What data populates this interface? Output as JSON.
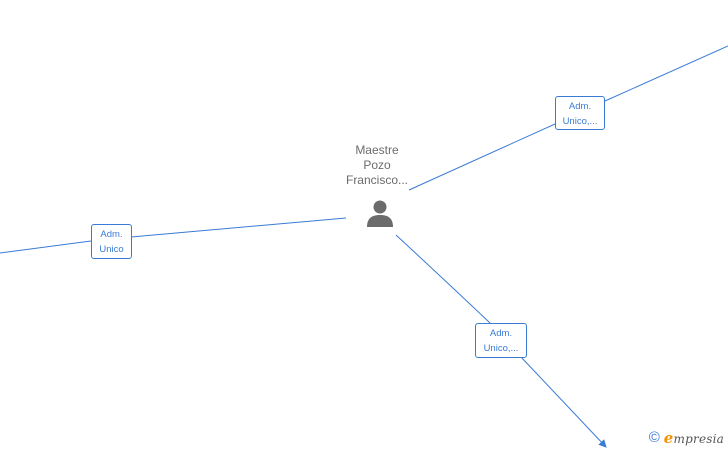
{
  "person": {
    "name_lines": [
      "Maestre",
      "Pozo",
      "Francisco..."
    ],
    "icon": "person-icon"
  },
  "edges": [
    {
      "id": "top-right",
      "label_lines": [
        "Adm.",
        "Unico,..."
      ]
    },
    {
      "id": "left",
      "label_lines": [
        "Adm.",
        "Unico"
      ]
    },
    {
      "id": "bottom-right",
      "label_lines": [
        "Adm.",
        "Unico,..."
      ]
    }
  ],
  "watermark": {
    "symbol": "©",
    "brand_initial": "e",
    "brand_rest": "mpresia"
  },
  "colors": {
    "edge": "#3a7bd5",
    "person": "#6b6b6b",
    "brand_accent": "#f39200"
  }
}
